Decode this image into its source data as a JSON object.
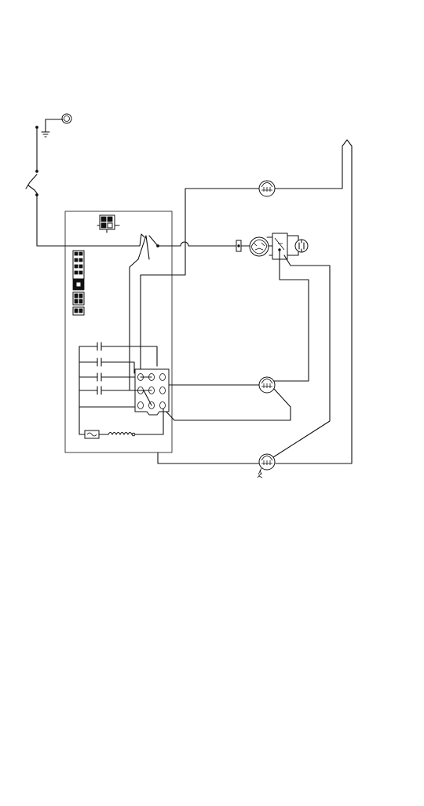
{
  "diagram": {
    "kind": "wiring-schematic",
    "colors": {
      "line": "#111111",
      "background": "#ffffff"
    },
    "icons": [
      "ground-symbol",
      "power-cord-plug",
      "switch",
      "motor",
      "capacitor",
      "coil",
      "heater",
      "terminal-strip",
      "connector-block"
    ]
  }
}
